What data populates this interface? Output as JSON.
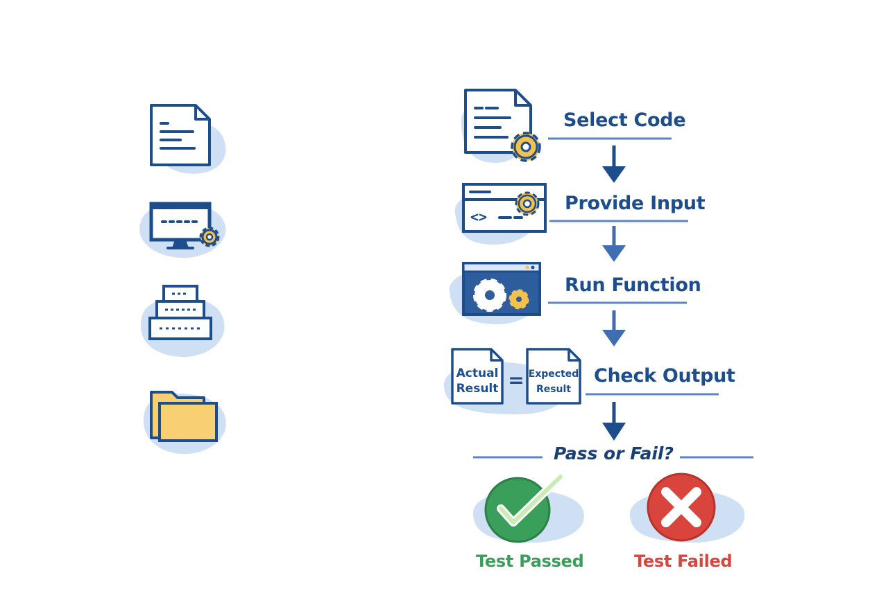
{
  "colors": {
    "primary": "#1e4d8c",
    "blob": "#cfe0f5",
    "gear": "#f2c14e",
    "folder": "#f9cf73",
    "pass": "#3a9f5a",
    "fail": "#d9453d"
  },
  "sidebar": {
    "icons": [
      "document-icon",
      "monitor-gear-icon",
      "server-stack-icon",
      "folder-icon"
    ]
  },
  "flow": {
    "steps": [
      {
        "label": "Select Code",
        "icon": "code-document-gear-icon"
      },
      {
        "label": "Provide Input",
        "icon": "code-window-gear-icon"
      },
      {
        "label": "Run Function",
        "icon": "gears-window-icon"
      },
      {
        "label": "Check Output",
        "icon": "compare-documents-icon"
      }
    ],
    "compare": {
      "actual_line1": "Actual",
      "actual_line2": "Result",
      "equals": "=",
      "expected_line1": "Expected",
      "expected_line2": "Result"
    },
    "decision": "Pass or Fail?",
    "outcomes": {
      "passed": "Test Passed",
      "failed": "Test Failed"
    }
  }
}
